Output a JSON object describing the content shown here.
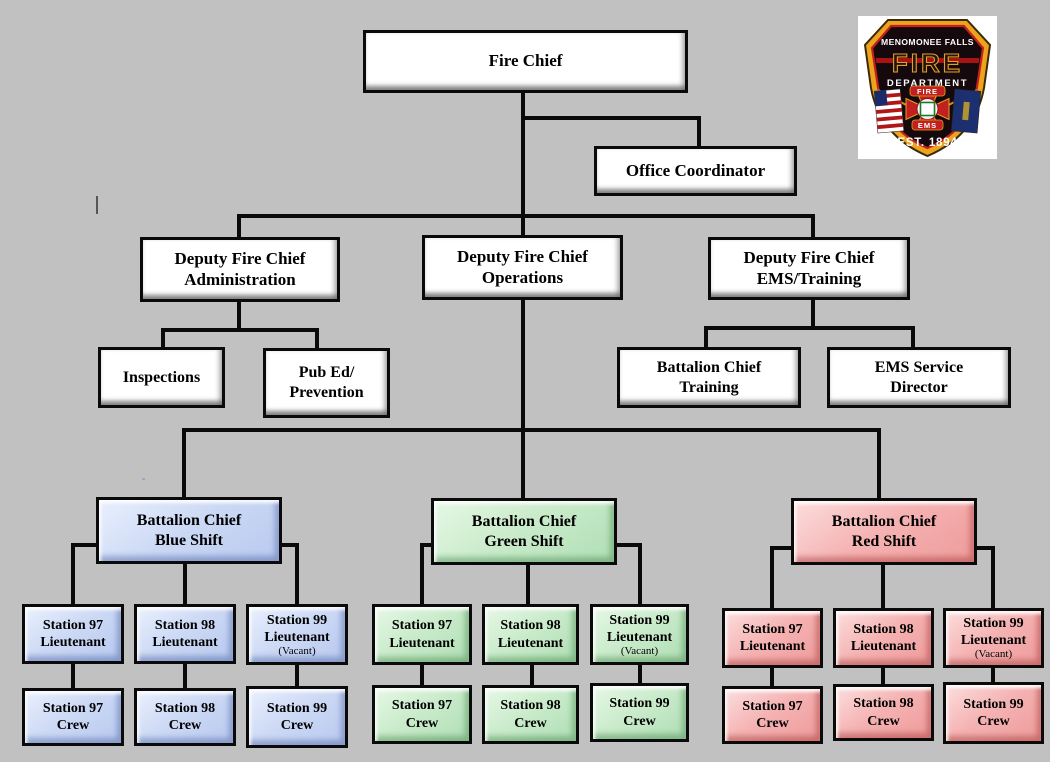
{
  "background_color": "#c1c1c1",
  "line_color": "#0a0a0a",
  "nodes": {
    "fire_chief": "Fire Chief",
    "office_coordinator": "Office Coordinator"
  },
  "deputies": [
    {
      "line1": "Deputy Fire Chief",
      "line2": "Administration"
    },
    {
      "line1": "Deputy Fire Chief",
      "line2": "Operations"
    },
    {
      "line1": "Deputy Fire Chief",
      "line2": "EMS/Training"
    }
  ],
  "admin_units": {
    "inspections": "Inspections",
    "pub_ed_line1": "Pub Ed/",
    "pub_ed_line2": "Prevention"
  },
  "ems_units": [
    {
      "line1": "Battalion Chief",
      "line2": "Training"
    },
    {
      "line1": "EMS Service",
      "line2": "Director"
    }
  ],
  "shifts": [
    {
      "title_line1": "Battalion Chief",
      "title_line2": "Blue Shift",
      "accent": "#ccd9f5",
      "lieutenants": [
        {
          "line1": "Station 97",
          "line2": "Lieutenant",
          "note": ""
        },
        {
          "line1": "Station 98",
          "line2": "Lieutenant",
          "note": ""
        },
        {
          "line1": "Station 99",
          "line2": "Lieutenant",
          "note": "(Vacant)"
        }
      ],
      "crews": [
        {
          "line1": "Station 97",
          "line2": "Crew"
        },
        {
          "line1": "Station 98",
          "line2": "Crew"
        },
        {
          "line1": "Station 99",
          "line2": "Crew"
        }
      ]
    },
    {
      "title_line1": "Battalion Chief",
      "title_line2": "Green Shift",
      "accent": "#c9ebca",
      "lieutenants": [
        {
          "line1": "Station 97",
          "line2": "Lieutenant",
          "note": ""
        },
        {
          "line1": "Station 98",
          "line2": "Lieutenant",
          "note": ""
        },
        {
          "line1": "Station 99",
          "line2": "Lieutenant",
          "note": "(Vacant)"
        }
      ],
      "crews": [
        {
          "line1": "Station 97",
          "line2": "Crew"
        },
        {
          "line1": "Station 98",
          "line2": "Crew"
        },
        {
          "line1": "Station 99",
          "line2": "Crew"
        }
      ]
    },
    {
      "title_line1": "Battalion Chief",
      "title_line2": "Red Shift",
      "accent": "#f5b2b2",
      "lieutenants": [
        {
          "line1": "Station 97",
          "line2": "Lieutenant",
          "note": ""
        },
        {
          "line1": "Station 98",
          "line2": "Lieutenant",
          "note": ""
        },
        {
          "line1": "Station 99",
          "line2": "Lieutenant",
          "note": "(Vacant)"
        }
      ],
      "crews": [
        {
          "line1": "Station 97",
          "line2": "Crew"
        },
        {
          "line1": "Station 98",
          "line2": "Crew"
        },
        {
          "line1": "Station 99",
          "line2": "Crew"
        }
      ]
    }
  ],
  "badge": {
    "city": "MENOMONEE FALLS",
    "fire": "FIRE",
    "department": "DEPARTMENT",
    "cross_top": "FIRE",
    "cross_bottom": "EMS",
    "established": "EST. 1894"
  }
}
